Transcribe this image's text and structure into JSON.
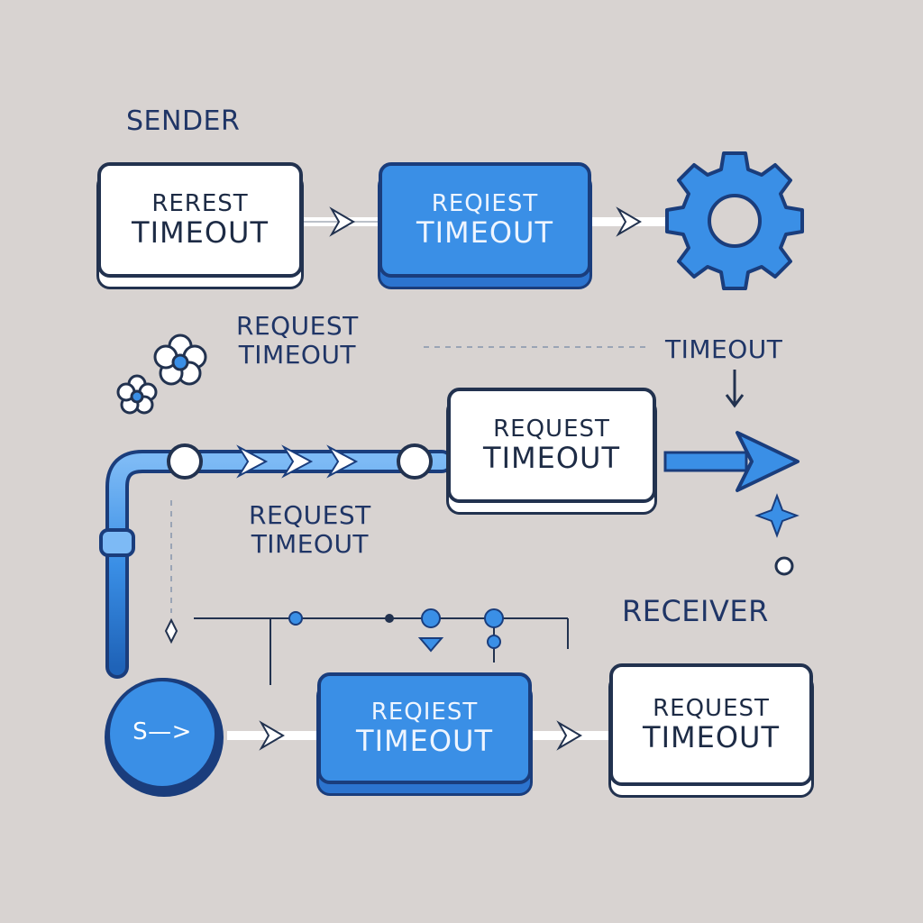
{
  "labels": {
    "sender": "SENDER",
    "receiver": "RECEIVER",
    "timeout_marker": "TIMEOUT"
  },
  "boxes": {
    "top_left": {
      "line1": "REREST",
      "line2": "TIMEOUT"
    },
    "top_middle": {
      "line1": "REQIEST",
      "line2": "TIMEOUT"
    },
    "middle": {
      "line1": "REQUEST",
      "line2": "TIMEOUT"
    },
    "bottom_middle": {
      "line1": "REQIEST",
      "line2": "TIMEOUT"
    },
    "bottom_right": {
      "line1": "REQUEST",
      "line2": "TIMEOUT"
    }
  },
  "floating_labels": {
    "upper": {
      "line1": "REQUEST",
      "line2": "TIMEOUT"
    },
    "lower": {
      "line1": "REQUEST",
      "line2": "TIMEOUT"
    }
  },
  "start_node": {
    "label": "S—>"
  },
  "colors": {
    "background": "#d8d3d1",
    "accent_blue": "#3a8fe6",
    "outline_navy": "#22324f",
    "text_navy": "#1f3566"
  }
}
